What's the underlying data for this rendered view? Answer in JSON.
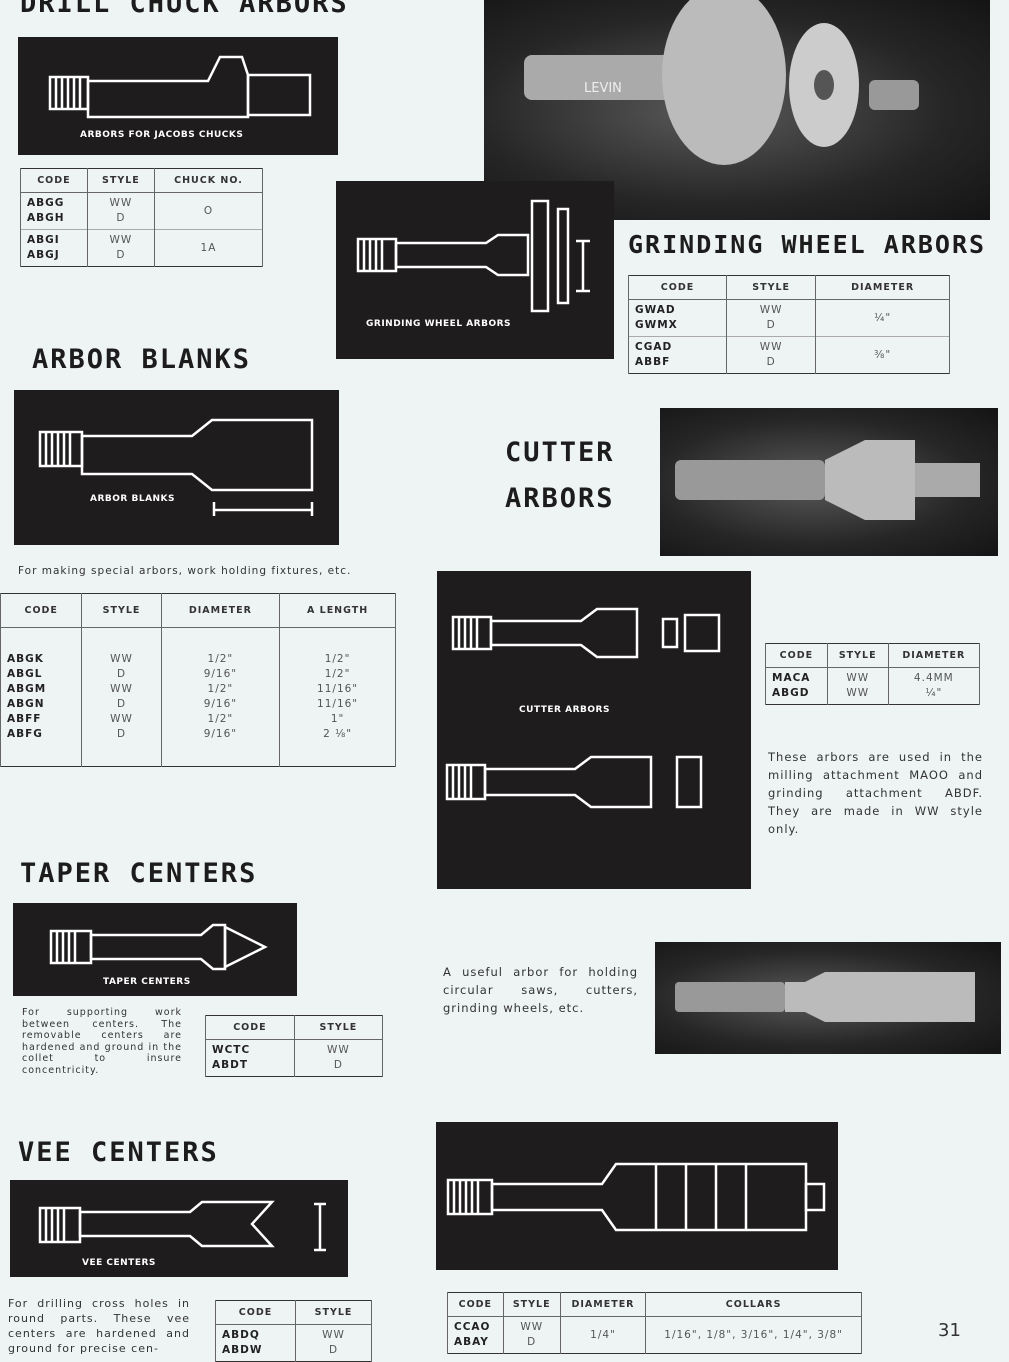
{
  "sections": {
    "drill_chuck": {
      "title": "DRILL CHUCK ARBORS",
      "caption": "ARBORS FOR JACOBS CHUCKS",
      "table": {
        "headers": [
          "CODE",
          "STYLE",
          "CHUCK NO."
        ],
        "rows": [
          [
            [
              "ABGG",
              "ABGH"
            ],
            [
              "WW",
              "D"
            ],
            [
              "O"
            ]
          ],
          [
            [
              "ABGI",
              "ABGJ"
            ],
            [
              "WW",
              "D"
            ],
            [
              "1A"
            ]
          ]
        ]
      }
    },
    "grinding_wheel": {
      "title": "GRINDING WHEEL ARBORS",
      "caption": "GRINDING WHEEL ARBORS",
      "table": {
        "headers": [
          "CODE",
          "STYLE",
          "DIAMETER"
        ],
        "rows": [
          [
            [
              "GWAD",
              "GWMX"
            ],
            [
              "WW",
              "D"
            ],
            [
              "¼\""
            ]
          ],
          [
            [
              "CGAD",
              "ABBF"
            ],
            [
              "WW",
              "D"
            ],
            [
              "⅜\""
            ]
          ]
        ]
      }
    },
    "arbor_blanks": {
      "title": "ARBOR BLANKS",
      "caption": "ARBOR BLANKS",
      "note": "For making special arbors, work holding fixtures, etc.",
      "table": {
        "headers": [
          "CODE",
          "STYLE",
          "DIAMETER",
          "A LENGTH"
        ],
        "rows": [
          [
            [
              "ABGK",
              "ABGL",
              "ABGM",
              "ABGN",
              "ABFF",
              "ABFG"
            ],
            [
              "WW",
              "D",
              "WW",
              "D",
              "WW",
              "D"
            ],
            [
              "1/2\"",
              "9/16\"",
              "1/2\"",
              "9/16\"",
              "1/2\"",
              "9/16\""
            ],
            [
              "1/2\"",
              "1/2\"",
              "11/16\"",
              "11/16\"",
              "1\"",
              "2 ⅛\""
            ]
          ]
        ]
      }
    },
    "cutter": {
      "title_line1": "CUTTER",
      "title_line2": "ARBORS",
      "caption": "CUTTER ARBORS",
      "note": "These arbors are used in the milling attachment MAOO and grinding attachment ABDF. They are made in WW style only.",
      "table": {
        "headers": [
          "CODE",
          "STYLE",
          "DIAMETER"
        ],
        "rows": [
          [
            [
              "MACA",
              "ABGD"
            ],
            [
              "WW",
              "WW"
            ],
            [
              "4.4MM",
              "¼\""
            ]
          ]
        ]
      }
    },
    "taper": {
      "title": "TAPER CENTERS",
      "caption": "TAPER CENTERS",
      "note": "For supporting work between centers. The removable centers are hardened and ground in the collet to insure concentricity.",
      "table": {
        "headers": [
          "CODE",
          "STYLE"
        ],
        "rows": [
          [
            [
              "WCTC",
              "ABDT"
            ],
            [
              "WW",
              "D"
            ]
          ]
        ]
      }
    },
    "useful": {
      "note": "A useful arbor for holding circular saws, cutters, grinding wheels, etc.",
      "table": {
        "headers": [
          "CODE",
          "STYLE",
          "DIAMETER",
          "COLLARS"
        ],
        "rows": [
          [
            [
              "CCAO",
              "ABAY"
            ],
            [
              "WW",
              "D"
            ],
            [
              "1/4\""
            ],
            [
              "1/16\", 1/8\", 3/16\", 1/4\", 3/8\""
            ]
          ]
        ]
      }
    },
    "vee": {
      "title": "VEE CENTERS",
      "caption": "VEE CENTERS",
      "note": "For drilling cross holes in round parts. These vee centers are hardened and ground for precise cen-",
      "table": {
        "headers": [
          "CODE",
          "STYLE"
        ],
        "rows": [
          [
            [
              "ABDQ",
              "ABDW"
            ],
            [
              "WW",
              "D"
            ]
          ]
        ]
      }
    }
  },
  "photo_brand": "LEVIN",
  "page_number": "31"
}
